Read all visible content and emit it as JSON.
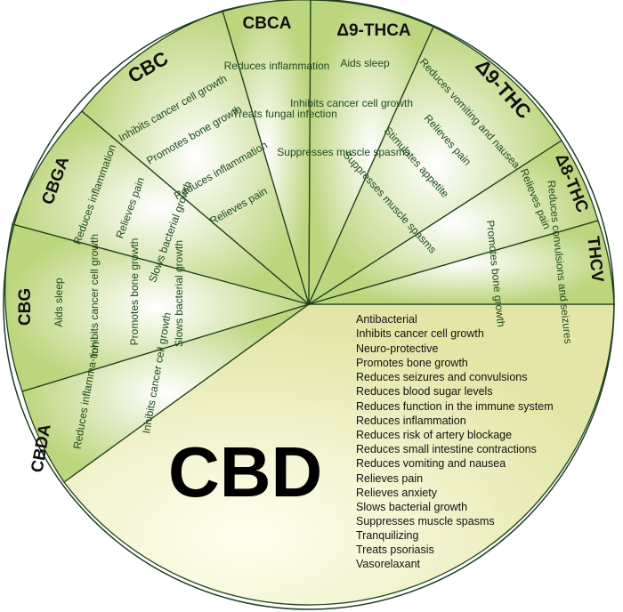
{
  "wheel": {
    "segments": [
      {
        "name": "CBD",
        "colors": [
          "#fffff0",
          "#e4e6a8"
        ],
        "title": "CBD",
        "effects": [
          "Antibacterial",
          "Inhibits cancer cell growth",
          "Neuro-protective",
          "Promotes bone growth",
          "Reduces seizures and convulsions",
          "Reduces blood sugar levels",
          "Reduces function in the immune system",
          "Reduces inflammation",
          "Reduces risk of artery blockage",
          "Reduces small intestine contractions",
          "Reduces vomiting and nausea",
          "Relieves pain",
          "Relieves anxiety",
          "Slows bacterial growth",
          "Suppresses muscle spasms",
          "Tranquilizing",
          "Treats psoriasis",
          "Vasorelaxant"
        ]
      },
      {
        "name": "CBDA",
        "colors": [
          "#ffffff",
          "#bcd67e"
        ],
        "title": "CBDA",
        "effects": [
          "Reduces inflamma-tion",
          "Inhibits cancer cell growth"
        ]
      },
      {
        "name": "CBG",
        "colors": [
          "#ffffff",
          "#bcd67e"
        ],
        "title": "CBG",
        "effects": [
          "Aids sleep",
          "Inhibits cancer cell growth",
          "Promotes bone growth",
          "Slows bacterial growth"
        ]
      },
      {
        "name": "CBGA",
        "colors": [
          "#ffffff",
          "#bcd67e"
        ],
        "title": "CBGA",
        "effects": [
          "Reduces inflammation",
          "Relieves pain",
          "Slows bacterial growth"
        ]
      },
      {
        "name": "CBC",
        "colors": [
          "#ffffff",
          "#bcd67e"
        ],
        "title": "CBC",
        "effects": [
          "Inhibits cancer cell growth",
          "Promotes bone growth",
          "Reduces inflammation",
          "Relieves pain"
        ]
      },
      {
        "name": "CBCA",
        "colors": [
          "#ffffff",
          "#bcd67e"
        ],
        "title": "CBCA",
        "effects": [
          "Reduces inflammation",
          "Treats fungal infection"
        ]
      },
      {
        "name": "D9-THCA",
        "colors": [
          "#ffffff",
          "#bcd67e"
        ],
        "title": "Δ9-THCA",
        "effects": [
          "Aids sleep",
          "Inhibits cancer cell growth",
          "Suppresses muscle spasms"
        ]
      },
      {
        "name": "D9-THC",
        "colors": [
          "#ffffff",
          "#bcd67e"
        ],
        "title": "Δ9-THC",
        "effects": [
          "Reduces vomiting and nausea",
          "Relieves pain",
          "Stimulates appetite",
          "Suppresses muscle spasms"
        ]
      },
      {
        "name": "D8-THC",
        "colors": [
          "#ffffff",
          "#bcd67e"
        ],
        "title": "Δ8-THC",
        "effects": [
          "Relieves pain"
        ]
      },
      {
        "name": "THCV",
        "colors": [
          "#ffffff",
          "#bcd67e"
        ],
        "title": "THCV",
        "effects": [
          "Reduces convulsions and seizures",
          "Promotes bone growth"
        ]
      }
    ]
  }
}
